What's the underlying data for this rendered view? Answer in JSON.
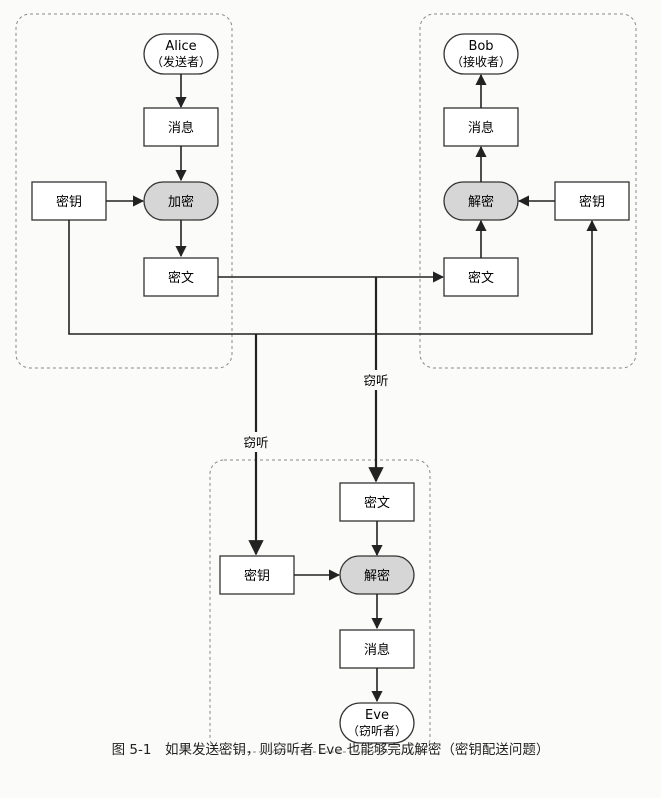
{
  "alice": {
    "name": "Alice",
    "role": "（发送者）"
  },
  "bob": {
    "name": "Bob",
    "role": "（接收者）"
  },
  "eve": {
    "name": "Eve",
    "role": "（窃听者）"
  },
  "labels": {
    "message": "消息",
    "key": "密钥",
    "encrypt": "加密",
    "decrypt": "解密",
    "ciphertext": "密文",
    "eavesdrop": "窃听"
  },
  "caption": "图 5-1　如果发送密钥，则窃听者 Eve 也能够完成解密（密钥配送问题）"
}
